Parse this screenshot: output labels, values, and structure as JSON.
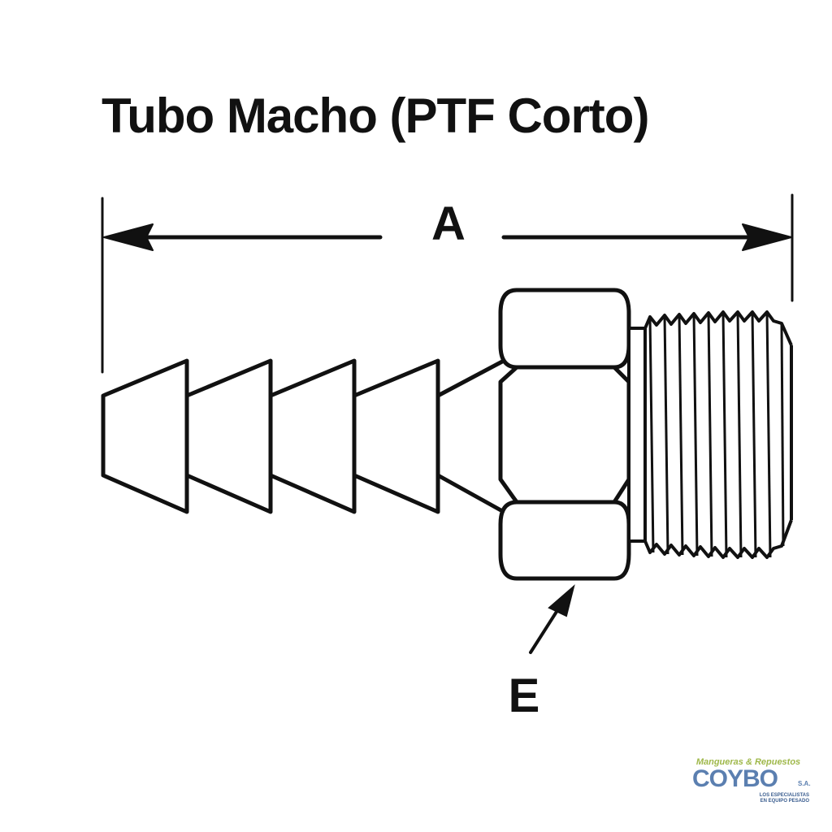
{
  "title": "Tubo Macho (PTF Corto)",
  "dimensions": {
    "overall_length_label": "A",
    "hex_label": "E"
  },
  "logo": {
    "tagline_top": "Mangueras & Repuestos",
    "brand": "COYBO",
    "suffix": "S.A.",
    "tagline_line1": "LOS ESPECIALISTAS",
    "tagline_line2": "EN EQUIPO PESADO",
    "colors": {
      "green": "#9fb84a",
      "blue": "#5b7fb0",
      "dark_blue": "#3a5d8f"
    }
  }
}
